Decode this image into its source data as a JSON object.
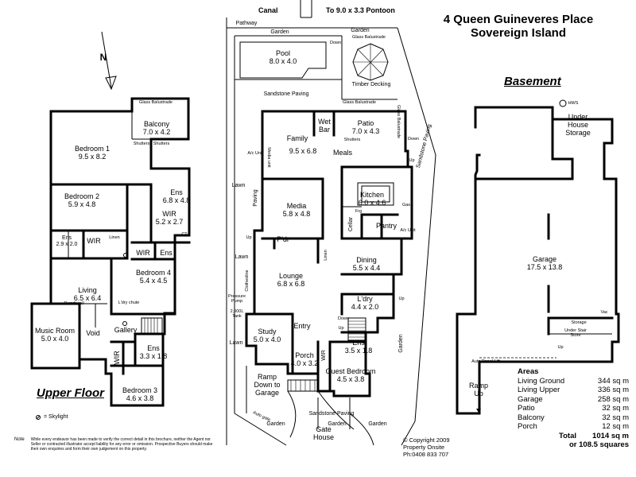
{
  "title": {
    "line1": "4 Queen Guineveres Place",
    "line2": "Sovereign Island"
  },
  "top": {
    "canal": "Canal",
    "pontoon": "To 9.0 x 3.3 Pontoon"
  },
  "compass": "N",
  "headings": {
    "upper_floor": "Upper Floor",
    "basement": "Basement"
  },
  "skylight_legend": "= Skylight",
  "upper_rooms": [
    {
      "name": "Bedroom 1",
      "size": "9.5 x 8.2"
    },
    {
      "name": "Balcony",
      "size": "7.0 x 4.2"
    },
    {
      "name": "Bedroom 2",
      "size": "5.9 x 4.8"
    },
    {
      "name": "WIR",
      "size": "5.2 x 2.7"
    },
    {
      "name": "Ens",
      "size": "6.8 x 4.8"
    },
    {
      "name": "Ens",
      "size": "2.9 x 2.0"
    },
    {
      "name": "Living",
      "size": "6.5 x 6.4"
    },
    {
      "name": "Bedroom 4",
      "size": "5.4 x 4.5"
    },
    {
      "name": "Music Room",
      "size": "5.0 x 4.0"
    },
    {
      "name": "Ens",
      "size": "3.3 x 1.8"
    },
    {
      "name": "Bedroom 3",
      "size": "4.6 x 3.8"
    }
  ],
  "upper_labels": {
    "wir1": "WIR",
    "wir2": "WIR",
    "wir3": "WIR",
    "ens_small": "Ens",
    "void": "Void",
    "gallery": "Gallery",
    "dwarf_wall": "Dwarf wall",
    "glass_balustrade": "Glass Balustrade",
    "shutters1": "Shutters",
    "shutters2": "Shutters",
    "ldry_chute": "L'dry chute",
    "linen": "Linen",
    "ct": "CT"
  },
  "ground_rooms": [
    {
      "name": "Pool",
      "size": "8.0 x 4.0"
    },
    {
      "name": "Patio",
      "size": "7.0 x 4.3"
    },
    {
      "name": "Family",
      "size": "9.5 x 6.8"
    },
    {
      "name": "Kitchen",
      "size": "6.0 x 4.6"
    },
    {
      "name": "Media",
      "size": "5.8 x 4.8"
    },
    {
      "name": "Dining",
      "size": "5.5 x 4.4"
    },
    {
      "name": "Lounge",
      "size": "6.8 x 6.8"
    },
    {
      "name": "L'dry",
      "size": "4.4 x 2.0"
    },
    {
      "name": "Study",
      "size": "5.0 x 4.0"
    },
    {
      "name": "Ens",
      "size": "3.5 x 1.8"
    },
    {
      "name": "Porch",
      "size": "4.0 x 3.2"
    },
    {
      "name": "Guest Bedroom",
      "size": "4.5 x 3.8"
    }
  ],
  "ground_labels": {
    "pathway": "Pathway",
    "garden_top1": "Garden",
    "garden_top2": "Garden",
    "glass_balustrade_top": "Glass Balustrade",
    "down1": "Down",
    "timber_decking": "Timber Decking",
    "sandstone_paving_top": "Sandstone Paving",
    "glass_balustrade_mid1": "Glass Balustrade",
    "glass_balustrade_mid2": "Glass Balustrade",
    "wet_bar": "Wet Bar",
    "meals": "Meals",
    "down2": "Down",
    "up1": "Up",
    "sandstone_paving_right": "Sandstone Paving",
    "shutters": "Shutters",
    "ac_unit1": "A/c Unit",
    "lawn1": "Lawn",
    "paving": "Paving",
    "media_unit": "Media unit",
    "gas": "Gas",
    "frg": "Frg",
    "cellar": "Cellar",
    "pantry": "Pantry",
    "ac_unit2": "A/c Unit",
    "up2": "Up",
    "pdr": "P'dr",
    "linen": "Linen",
    "lawn2": "Lawn",
    "clothesline": "Clothesline",
    "pressure_pump": "Pressure Pump",
    "tank": "2,000L Tank",
    "entry": "Entry",
    "down3": "Down",
    "up3": "Up",
    "up4": "Up",
    "garden_right": "Garden",
    "lawn3": "Lawn",
    "wir": "WIR",
    "ramp": "Ramp Down to Garage",
    "sandstone_paving_bottom": "Sandstone Paving",
    "auto_gate": "Auto gate",
    "garden_bl": "Garden",
    "garden_bm": "Garden",
    "garden_br": "Garden",
    "gate_house": "Gate House"
  },
  "basement": {
    "hws": "HWS",
    "under_house_storage": "Under House Storage",
    "garage": {
      "name": "Garage",
      "size": "17.5 x 13.8"
    },
    "storage": "Storage",
    "under_stair_store": "Under Stair Store",
    "auto_panel_lift": "Auto Panel Lift",
    "ramp_up": "Ramp Up",
    "up": "Up",
    "vac": "Vac"
  },
  "areas": {
    "heading": "Areas",
    "rows": [
      {
        "label": "Living Ground",
        "value": "344 sq m"
      },
      {
        "label": "Living Upper",
        "value": "336 sq m"
      },
      {
        "label": "Garage",
        "value": "258 sq m"
      },
      {
        "label": "Patio",
        "value": "32 sq m"
      },
      {
        "label": "Balcony",
        "value": "32 sq m"
      },
      {
        "label": "Porch",
        "value": "12 sq m"
      }
    ],
    "total_label": "Total",
    "total_value": "1014 sq m",
    "total_squares": "or 108.5 squares"
  },
  "copyright": {
    "line1": "Copyright 2009",
    "line2": "Property Onsite",
    "line3": "Ph:0408 833 707",
    "symbol": "©"
  },
  "note": {
    "label": "Note",
    "text": "While every endeavor has been made to verify the correct detail in this brochure, neither the Agent nor Seller or contracted illustrator accept liability for any error or omission. Prospective Buyers should make their own enquiries and form their own judgement on this property."
  }
}
